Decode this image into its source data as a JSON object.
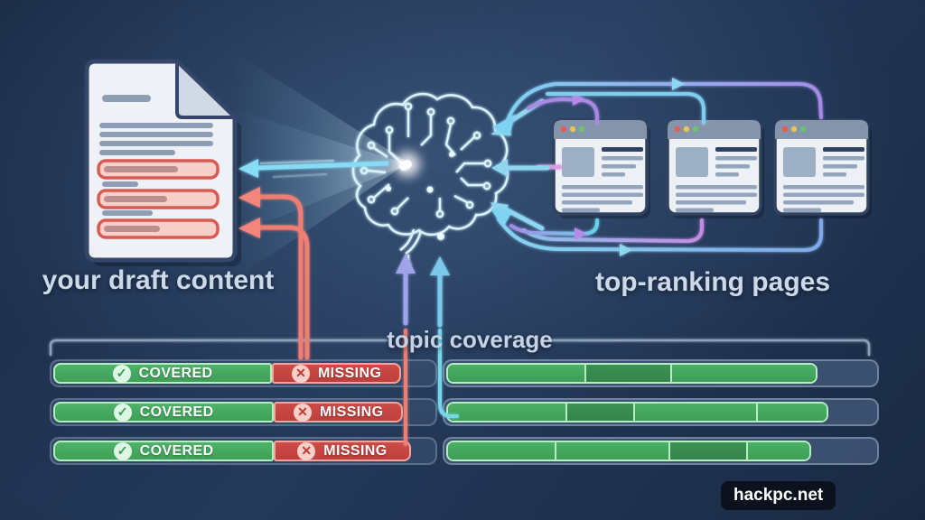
{
  "page": {
    "title_left": "your draft content",
    "title_right": "top-ranking pages",
    "watermark": "hackpc.net"
  },
  "icons": {
    "check": "✓",
    "cross": "✕",
    "document": "draft-document-icon",
    "brain": "ai-brain-circuit-icon",
    "pages": "browser-page-icons"
  },
  "colors": {
    "background": "#22375a",
    "heading_text": "#ccd9e9",
    "covered_green": "#4eb369",
    "covered_green_dark": "#3b9152",
    "missing_red": "#cd4b47",
    "bar_border_green": "#b5eec3",
    "bar_border_red": "#f2a49d",
    "track_blue": "#45597a",
    "arrow_cyan": "#7fd2f2",
    "arrow_purple": "#a68ae8",
    "arrow_red": "#ee7d72",
    "watermark_bg": "#0b121d"
  },
  "coverage": {
    "label": "topic coverage",
    "draft_rows": [
      {
        "covered_label": "COVERED",
        "missing_label": "MISSING",
        "covered_w": "57.5%",
        "missing_w": "34%"
      },
      {
        "covered_label": "COVERED",
        "missing_label": "MISSING",
        "covered_w": "58%",
        "missing_w": "34%"
      },
      {
        "covered_label": "COVERED",
        "missing_label": "MISSING",
        "covered_w": "58%",
        "missing_w": "36%"
      }
    ],
    "ranking_rows": [
      {
        "fill_w": "86.5%",
        "segments": [
          {
            "w": "37%",
            "tone": "light"
          },
          {
            "w": "23.5%",
            "tone": "dark"
          },
          {
            "w": "39.5%",
            "tone": "light"
          }
        ]
      },
      {
        "fill_w": "89%",
        "segments": [
          {
            "w": "31%",
            "tone": "light"
          },
          {
            "w": "18%",
            "tone": "dark"
          },
          {
            "w": "32.5%",
            "tone": "light"
          },
          {
            "w": "18.5%",
            "tone": "light"
          }
        ]
      },
      {
        "fill_w": "85%",
        "segments": [
          {
            "w": "29.5%",
            "tone": "light"
          },
          {
            "w": "31.5%",
            "tone": "light"
          },
          {
            "w": "21.5%",
            "tone": "dark"
          },
          {
            "w": "17.5%",
            "tone": "light"
          }
        ]
      }
    ]
  }
}
